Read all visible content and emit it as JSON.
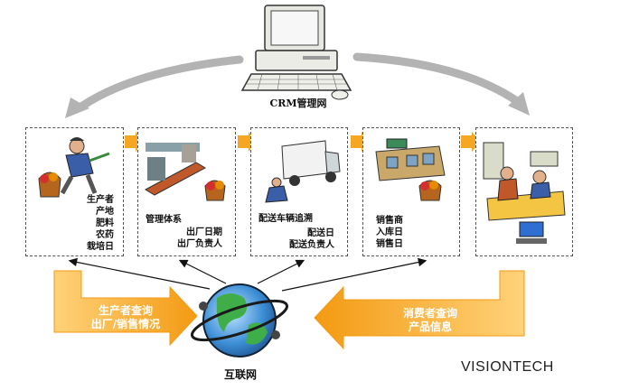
{
  "colors": {
    "orange": "#f5a623",
    "gray_arrow": "#b3b3b3",
    "panel_border": "#555555"
  },
  "crm": {
    "label": "CRM管理网",
    "icon": "desktop-computer-icon"
  },
  "panels": [
    {
      "icon": "farmer-icon",
      "lines": [
        "生产者",
        "产地",
        "肥料",
        "农药",
        "栽培日"
      ]
    },
    {
      "icon": "factory-icon",
      "title": "管理体系",
      "lines": [
        "出厂日期",
        "出厂负责人"
      ]
    },
    {
      "icon": "delivery-truck-icon",
      "title": "配送车辆追溯",
      "lines": [
        "配送日",
        "配送负责人"
      ]
    },
    {
      "icon": "store-icon",
      "lines": [
        "销售商",
        "入库日",
        "销售日"
      ]
    },
    {
      "icon": "consumer-icon"
    }
  ],
  "left_flow": {
    "line1": "生产者查询",
    "line2": "出厂/销售情况"
  },
  "right_flow": {
    "line1": "消费者查询",
    "line2": "产品信息"
  },
  "internet": {
    "label": "互联网",
    "icon": "globe-icon"
  },
  "brand": "VISIONTECH"
}
